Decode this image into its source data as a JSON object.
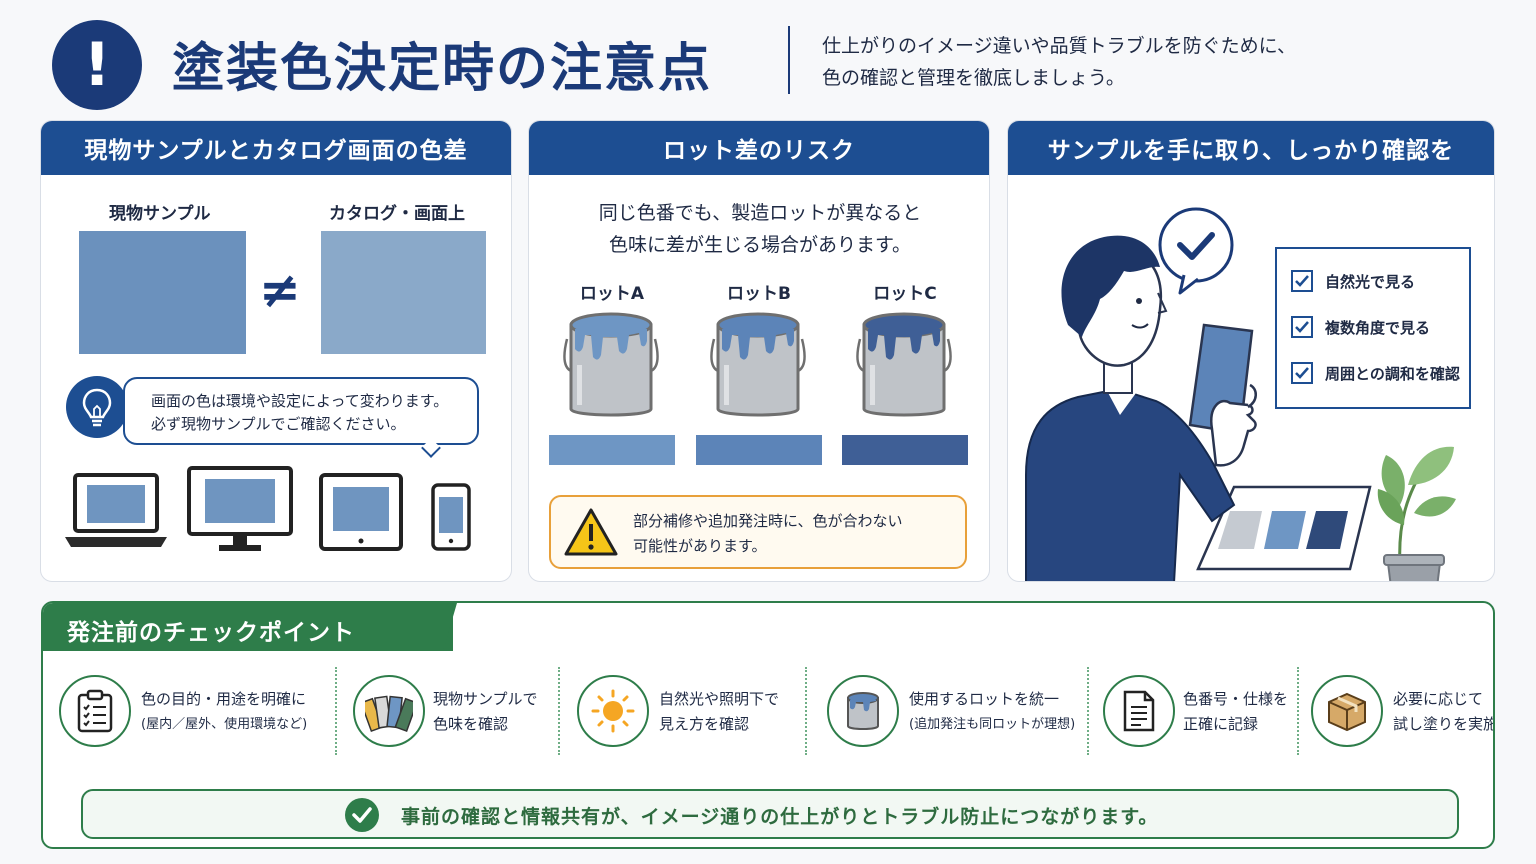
{
  "header": {
    "alert_symbol": "!",
    "title": "塗装色決定時の注意点",
    "desc_line1": "仕上がりのイメージ違いや品質トラブルを防ぐために、",
    "desc_line2": "色の確認と管理を徹底しましょう。"
  },
  "panel1": {
    "title": "現物サンプルとカタログ画面の色差",
    "label_sample": "現物サンプル",
    "label_catalog": "カタログ・画面上",
    "neq_symbol": "≠",
    "note_line1": "画面の色は環境や設定によって変わります。",
    "note_line2": "必ず現物サンプルでご確認ください。",
    "icons": [
      "lightbulb-icon",
      "laptop-icon",
      "monitor-icon",
      "tablet-icon",
      "smartphone-icon"
    ],
    "colors": {
      "sample": "#6b91bd",
      "catalog": "#8aa9c9",
      "screen": "#6f95c0"
    }
  },
  "panel2": {
    "title": "ロット差のリスク",
    "desc_line1": "同じ色番でも、製造ロットが異なると",
    "desc_line2": "色味に差が生じる場合があります。",
    "lots": [
      {
        "label": "ロットA",
        "color": "#6e96c4"
      },
      {
        "label": "ロットB",
        "color": "#5c84b8"
      },
      {
        "label": "ロットC",
        "color": "#3f5f96"
      }
    ],
    "warning_line1": "部分補修や追加発注時に、色が合わない",
    "warning_line2": "可能性があります。",
    "icons": [
      "paint-can-icon",
      "warning-icon"
    ]
  },
  "panel3": {
    "title": "サンプルを手に取り、しっかり確認を",
    "checklist": [
      "自然光で見る",
      "複数角度で見る",
      "周囲との調和を確認"
    ],
    "icons": [
      "checkmark-bubble-icon",
      "person-illustration",
      "plant-icon",
      "check-box-icon"
    ]
  },
  "checkpoints": {
    "title": "発注前のチェックポイント",
    "items": [
      {
        "line1": "色の目的・用途を明確に",
        "line2": "(屋内／屋外、使用環境など)",
        "icon": "clipboard-icon"
      },
      {
        "line1": "現物サンプルで",
        "line2": "色味を確認",
        "icon": "color-swatch-fan-icon"
      },
      {
        "line1": "自然光や照明下で",
        "line2": "見え方を確認",
        "icon": "sun-icon"
      },
      {
        "line1": "使用するロットを統一",
        "line2": "(追加発注も同ロットが理想)",
        "icon": "paint-can-icon"
      },
      {
        "line1": "色番号・仕様を",
        "line2": "正確に記録",
        "icon": "document-icon"
      },
      {
        "line1": "必要に応じて",
        "line2": "試し塗りを実施",
        "icon": "box-icon"
      }
    ],
    "summary": "事前の確認と情報共有が、イメージ通りの仕上がりとトラブル防止につながります。"
  },
  "colors": {
    "navy": "#1b3a78",
    "panel_blue": "#1d4e92",
    "green": "#2e7d4a",
    "warning": "#e8a03a"
  }
}
